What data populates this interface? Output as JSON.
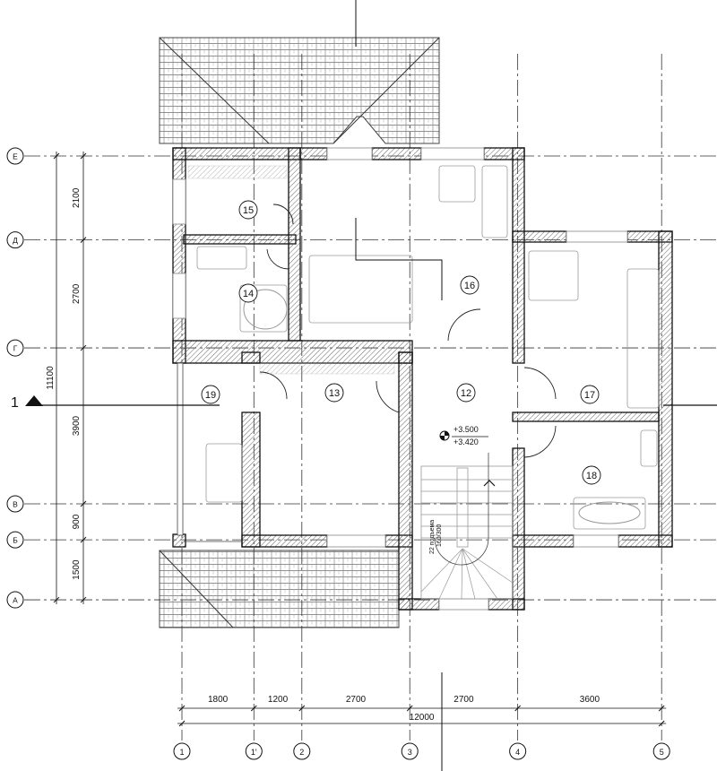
{
  "drawing": {
    "horizontal_axes": [
      {
        "label": "1"
      },
      {
        "label": "1'"
      },
      {
        "label": "2"
      },
      {
        "label": "3"
      },
      {
        "label": "4"
      },
      {
        "label": "5"
      }
    ],
    "horizontal_spans_mm": [
      1800,
      1200,
      2700,
      2700,
      3600
    ],
    "horizontal_span_labels": [
      "1800",
      "1200",
      "2700",
      "2700",
      "3600"
    ],
    "horizontal_total_label": "12000",
    "vertical_axes": [
      {
        "label": "Е"
      },
      {
        "label": "Д"
      },
      {
        "label": "Г"
      },
      {
        "label": "В"
      },
      {
        "label": "Б"
      },
      {
        "label": "А"
      }
    ],
    "vertical_spans_mm": [
      2100,
      2700,
      3900,
      900,
      1500
    ],
    "vertical_span_labels": [
      "2100",
      "2700",
      "3900",
      "900",
      "1500"
    ],
    "vertical_total_label": "11100",
    "section_label": "1",
    "rooms": [
      "12",
      "13",
      "14",
      "15",
      "16",
      "17",
      "18",
      "19"
    ],
    "elevation_top": "+3.500",
    "elevation_bottom": "+3.420",
    "stair_steps": "22 подъема",
    "stair_ratio": "160/300",
    "colors": {
      "line": "#111111",
      "hatch": "#555555",
      "furniture": "#9a9a9a"
    }
  }
}
